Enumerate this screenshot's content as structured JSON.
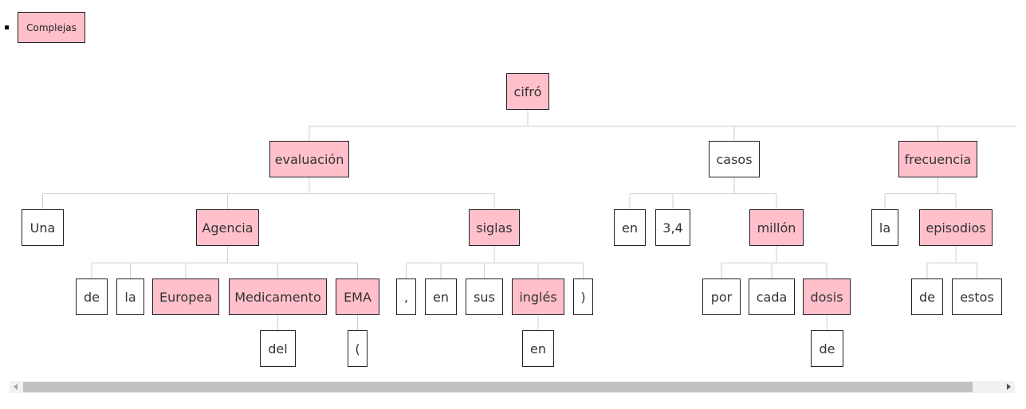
{
  "legend": {
    "label": "Complejas"
  },
  "tree": {
    "nodes": [
      {
        "id": "n1",
        "text": "cifró",
        "highlight": true
      },
      {
        "id": "n2",
        "text": "evaluación",
        "highlight": true
      },
      {
        "id": "n3",
        "text": "casos",
        "highlight": false
      },
      {
        "id": "n4",
        "text": "frecuencia",
        "highlight": true
      },
      {
        "id": "n5",
        "text": "Una",
        "highlight": false
      },
      {
        "id": "n6",
        "text": "Agencia",
        "highlight": true
      },
      {
        "id": "n7",
        "text": "siglas",
        "highlight": true
      },
      {
        "id": "n8",
        "text": "en",
        "highlight": false
      },
      {
        "id": "n9",
        "text": "3,4",
        "highlight": false
      },
      {
        "id": "n10",
        "text": "millón",
        "highlight": true
      },
      {
        "id": "n11",
        "text": "la",
        "highlight": false
      },
      {
        "id": "n12",
        "text": "episodios",
        "highlight": true
      },
      {
        "id": "n13",
        "text": "de",
        "highlight": false
      },
      {
        "id": "n14",
        "text": "la",
        "highlight": false
      },
      {
        "id": "n15",
        "text": "Europea",
        "highlight": true
      },
      {
        "id": "n16",
        "text": "Medicamento",
        "highlight": true
      },
      {
        "id": "n17",
        "text": "EMA",
        "highlight": true
      },
      {
        "id": "n18",
        "text": ",",
        "highlight": false
      },
      {
        "id": "n19",
        "text": "en",
        "highlight": false
      },
      {
        "id": "n20",
        "text": "sus",
        "highlight": false
      },
      {
        "id": "n21",
        "text": "inglés",
        "highlight": true
      },
      {
        "id": "n22",
        "text": ")",
        "highlight": false
      },
      {
        "id": "n23",
        "text": "por",
        "highlight": false
      },
      {
        "id": "n24",
        "text": "cada",
        "highlight": false
      },
      {
        "id": "n25",
        "text": "dosis",
        "highlight": true
      },
      {
        "id": "n26",
        "text": "de",
        "highlight": false
      },
      {
        "id": "n27",
        "text": "estos",
        "highlight": false
      },
      {
        "id": "n28",
        "text": "del",
        "highlight": false
      },
      {
        "id": "n29",
        "text": "(",
        "highlight": false
      },
      {
        "id": "n30",
        "text": "en",
        "highlight": false
      },
      {
        "id": "n31",
        "text": "de",
        "highlight": false
      }
    ],
    "edges": [
      [
        "n1",
        "n2"
      ],
      [
        "n1",
        "n3"
      ],
      [
        "n1",
        "n4"
      ],
      [
        "n2",
        "n5"
      ],
      [
        "n2",
        "n6"
      ],
      [
        "n2",
        "n7"
      ],
      [
        "n3",
        "n8"
      ],
      [
        "n3",
        "n9"
      ],
      [
        "n3",
        "n10"
      ],
      [
        "n4",
        "n11"
      ],
      [
        "n4",
        "n12"
      ],
      [
        "n6",
        "n13"
      ],
      [
        "n6",
        "n14"
      ],
      [
        "n6",
        "n15"
      ],
      [
        "n6",
        "n16"
      ],
      [
        "n6",
        "n17"
      ],
      [
        "n7",
        "n18"
      ],
      [
        "n7",
        "n19"
      ],
      [
        "n7",
        "n20"
      ],
      [
        "n7",
        "n21"
      ],
      [
        "n7",
        "n22"
      ],
      [
        "n10",
        "n23"
      ],
      [
        "n10",
        "n24"
      ],
      [
        "n10",
        "n25"
      ],
      [
        "n12",
        "n26"
      ],
      [
        "n12",
        "n27"
      ],
      [
        "n16",
        "n28"
      ],
      [
        "n17",
        "n29"
      ],
      [
        "n21",
        "n30"
      ],
      [
        "n25",
        "n31"
      ]
    ],
    "continues_right": true
  }
}
